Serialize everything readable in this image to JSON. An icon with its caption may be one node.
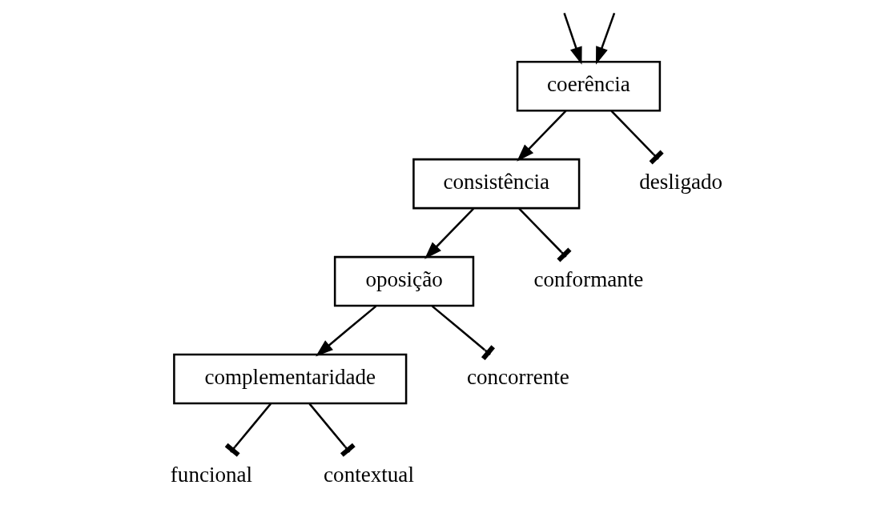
{
  "diagram": {
    "nodes": [
      {
        "text": [
          "coerência"
        ]
      },
      {
        "text": [
          "consistência"
        ]
      },
      {
        "text": [
          "oposição"
        ]
      },
      {
        "text": [
          "complementaridade"
        ]
      },
      {
        "text": [
          "desligado"
        ]
      },
      {
        "text": [
          "conformante"
        ]
      },
      {
        "text": [
          "concorrente"
        ]
      },
      {
        "text": [
          "funcional"
        ]
      },
      {
        "text": [
          "contextual"
        ]
      }
    ],
    "edges": [
      {
        "from": null,
        "to": 0,
        "arrow": "to"
      },
      {
        "from": null,
        "to": 0,
        "arrow": "to"
      },
      {
        "from": 0,
        "to": 1,
        "arrow": "to"
      },
      {
        "from": 0,
        "to": 4,
        "arrow": "other"
      },
      {
        "from": 1,
        "to": 2,
        "arrow": "to"
      },
      {
        "from": 1,
        "to": 5,
        "arrow": "other"
      },
      {
        "from": 2,
        "to": 3,
        "arrow": "to"
      },
      {
        "from": 2,
        "to": 6,
        "arrow": "other"
      },
      {
        "from": 3,
        "to": 7,
        "arrow": "other"
      },
      {
        "from": 3,
        "to": 8,
        "arrow": "other"
      }
    ]
  }
}
